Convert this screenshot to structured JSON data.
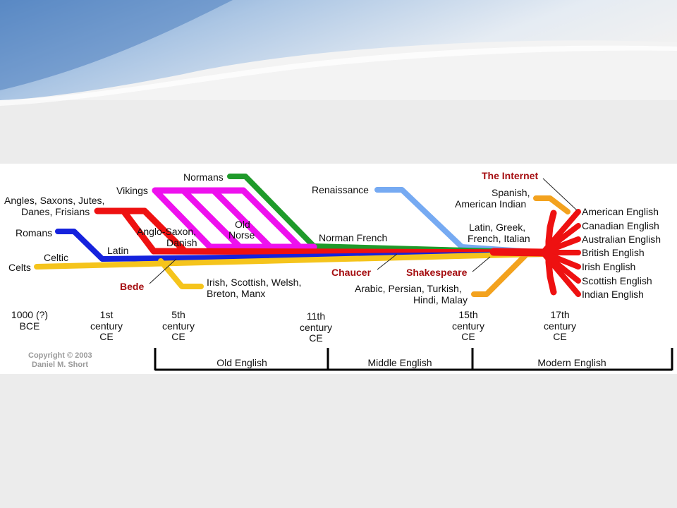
{
  "diagram": {
    "sources": {
      "normans": "Normans",
      "vikings": "Vikings",
      "angles_line1": "Angles, Saxons, Jutes,",
      "angles_line2": "Danes, Frisians",
      "romans": "Romans",
      "latin": "Latin",
      "celtic": "Celtic",
      "celts": "Celts",
      "anglo_saxon_line1": "Anglo-Saxon,",
      "anglo_saxon_line2": "Danish",
      "old_norse_line1": "Old",
      "old_norse_line2": "Norse",
      "norman_french": "Norman French",
      "renaissance": "Renaissance",
      "latin_greek_line1": "Latin, Greek,",
      "latin_greek_line2": "French, Italian",
      "spanish_line1": "Spanish,",
      "spanish_line2": "American Indian",
      "irish_line1": "Irish, Scottish, Welsh,",
      "irish_line2": "Breton, Manx",
      "arabic_line1": "Arabic, Persian, Turkish,",
      "arabic_line2": "Hindi, Malay"
    },
    "highlights": {
      "the_internet": "The Internet",
      "bede": "Bede",
      "chaucer": "Chaucer",
      "shakespeare": "Shakespeare"
    },
    "varieties": [
      "American English",
      "Canadian English",
      "Australian English",
      "British English",
      "Irish English",
      "Scottish English",
      "Indian English"
    ],
    "timeline": [
      {
        "line1": "1000 (?)",
        "line2": "BCE",
        "line3": ""
      },
      {
        "line1": "1st",
        "line2": "century",
        "line3": "CE"
      },
      {
        "line1": "5th",
        "line2": "century",
        "line3": "CE"
      },
      {
        "line1": "11th",
        "line2": "century",
        "line3": "CE"
      },
      {
        "line1": "15th",
        "line2": "century",
        "line3": "CE"
      },
      {
        "line1": "17th",
        "line2": "century",
        "line3": "CE"
      }
    ],
    "periods": [
      "Old English",
      "Middle English",
      "Modern English"
    ],
    "copyright_line1": "Copyright © 2003",
    "copyright_line2": "Daniel M. Short",
    "colors": {
      "green": "#1f9a2a",
      "magenta": "#ee11ee",
      "red": "#ee1111",
      "blue": "#1522dd",
      "yellow": "#f5c41c",
      "light_blue": "#76aaf2",
      "orange": "#f3a21e",
      "label_red": "#a50d10"
    }
  }
}
